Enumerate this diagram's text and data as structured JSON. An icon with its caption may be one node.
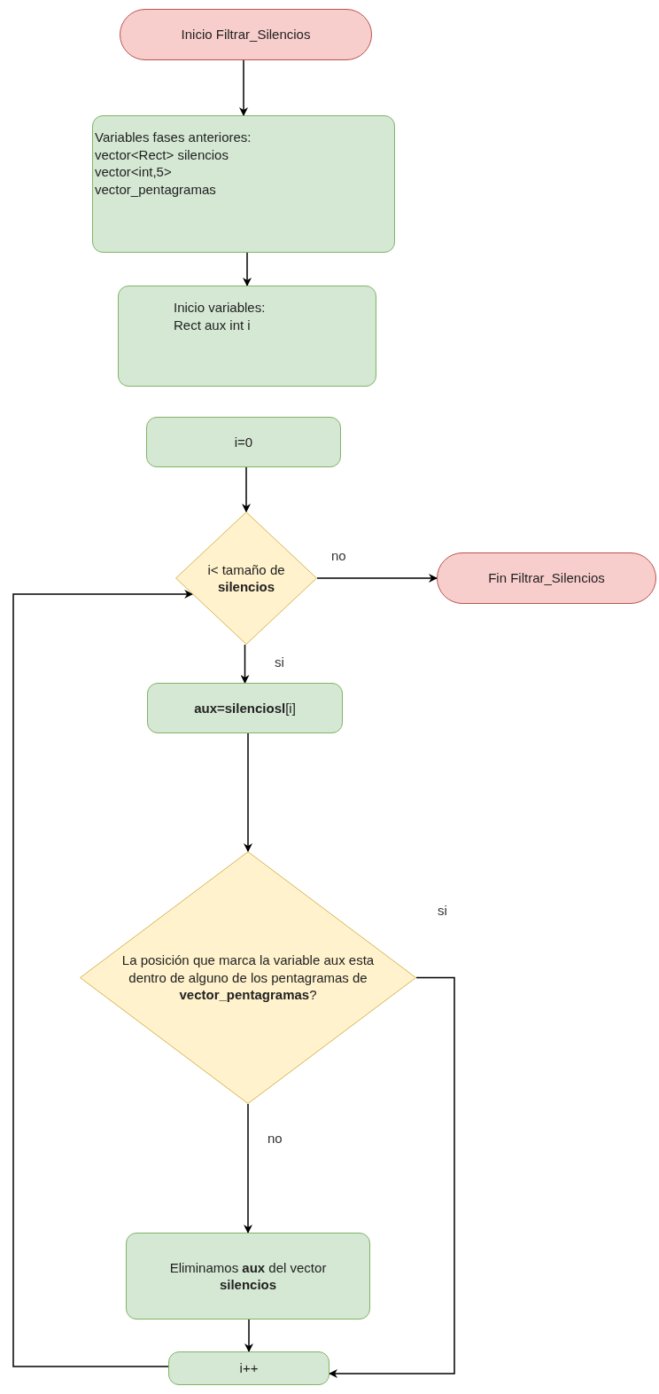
{
  "diagram": {
    "nodes": [
      {
        "text": [
          "Inicio Filtrar_Silencios"
        ]
      },
      {
        "text": [
          "Variables fases anteriores: vector<Rect> silencios vector<int,5> vector_pentagramas"
        ]
      },
      {
        "text": [
          "Inicio variables: Rect aux int i"
        ]
      },
      {
        "text": [
          "i=0"
        ]
      },
      {
        "text": [
          "i< tamaño de **silencios**"
        ]
      },
      {
        "text": [
          "Fin Filtrar_Silencios"
        ]
      },
      {
        "text": [
          "**aux=silenciosl**[i]"
        ]
      },
      {
        "text": [
          "La posición que marca la variable aux esta dentro de alguno de los pentagramas de **vector_pentagramas**?"
        ]
      },
      {
        "text": [
          "Eliminamos **aux** del vector **silencios**"
        ]
      },
      {
        "text": [
          "i++"
        ]
      }
    ],
    "edges": [
      {
        "from": 0,
        "to": 1,
        "arrow": "to"
      },
      {
        "from": 1,
        "to": 2,
        "arrow": "to"
      },
      {
        "from": 3,
        "to": 4,
        "arrow": "to"
      },
      {
        "from": 4,
        "to": 5,
        "arrow": "to",
        "label": "no"
      },
      {
        "from": 4,
        "to": 6,
        "arrow": "to",
        "label": "si"
      },
      {
        "from": 6,
        "to": 7,
        "arrow": "to"
      },
      {
        "from": 7,
        "to": 9,
        "arrow": "to",
        "label": "si"
      },
      {
        "from": 7,
        "to": 8,
        "arrow": "to",
        "label": "no"
      },
      {
        "from": 8,
        "to": 9,
        "arrow": "to"
      },
      {
        "from": 9,
        "to": 4,
        "arrow": "to"
      }
    ]
  }
}
